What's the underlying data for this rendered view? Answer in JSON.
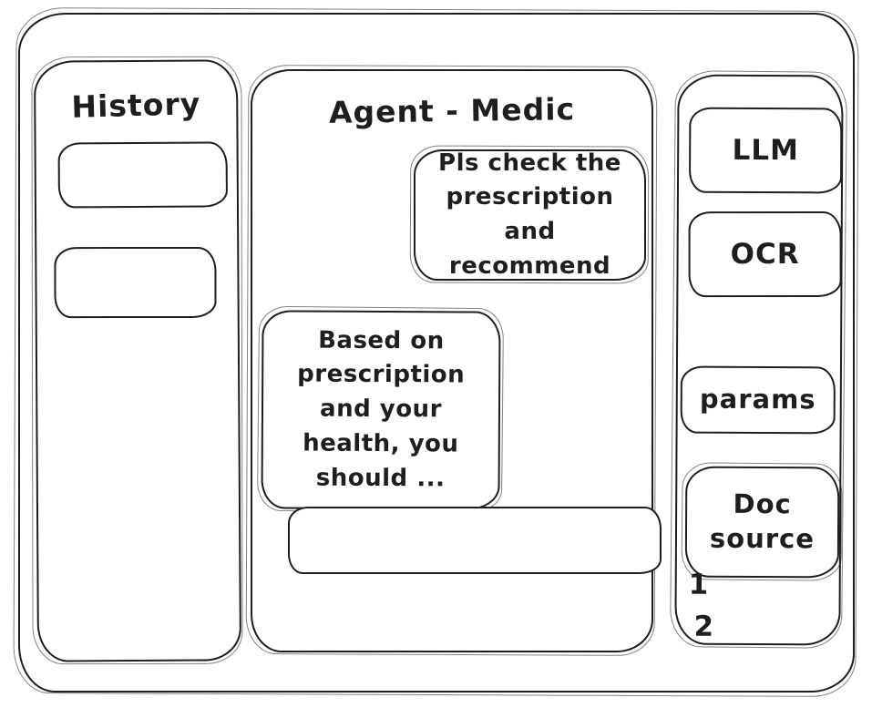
{
  "app": {
    "title": "Agent - Medic"
  },
  "history": {
    "title": "History",
    "items": [
      {
        "label": ""
      },
      {
        "label": ""
      }
    ]
  },
  "chat": {
    "user_message": "Pls check the prescription and recommend",
    "assistant_message": "Based on prescription and your health, you should ...",
    "input_value": ""
  },
  "tools": {
    "llm_label": "LLM",
    "ocr_label": "OCR",
    "params_label": "params",
    "doc_source_label": "Doc source",
    "doc_source_items": [
      {
        "label": "1"
      },
      {
        "label": "2"
      }
    ]
  },
  "colors": {
    "stroke": "#1e1e1e",
    "background": "#ffffff"
  }
}
